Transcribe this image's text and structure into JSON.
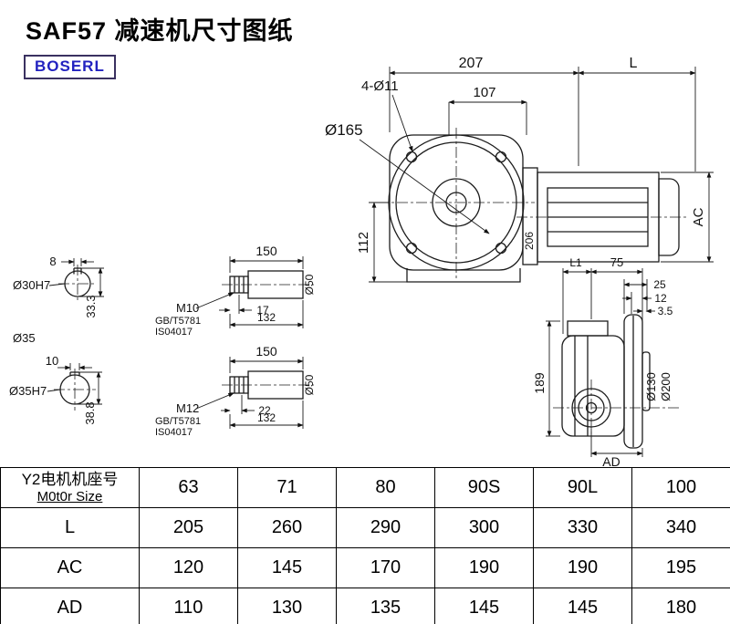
{
  "page": {
    "title": "SAF57 减速机尺寸图纸",
    "logo": "BOSERL"
  },
  "front_view": {
    "dim_207": "207",
    "dim_L": "L",
    "dim_107": "107",
    "holes_label": "4-Ø11",
    "flange_dia": "Ø165",
    "dim_112": "112",
    "dim_AC": "AC",
    "dim_206": "206"
  },
  "sections": {
    "top": {
      "key_width": "8",
      "bore": "Ø30H7",
      "key_depth": "33.3",
      "shaft_dia": "Ø35"
    },
    "bottom": {
      "key_width": "10",
      "bore": "Ø35H7",
      "key_depth": "38.8"
    }
  },
  "shafts": {
    "top": {
      "length": "150",
      "thread": "M10",
      "std1": "GB/T5781",
      "std2": "IS04017",
      "thread_len": "17",
      "body_len": "132",
      "dia": "Ø50"
    },
    "bottom": {
      "length": "150",
      "thread": "M12",
      "std1": "GB/T5781",
      "std2": "IS04017",
      "thread_len": "22",
      "body_len": "132",
      "dia": "Ø50"
    }
  },
  "side_view": {
    "dim_L1": "L1",
    "dim_75": "75",
    "dim_25": "25",
    "dim_12": "12",
    "dim_3_5": "3.5",
    "dim_189": "189",
    "dia_130": "Ø130",
    "dia_200": "Ø200",
    "dim_AD": "AD"
  },
  "table": {
    "row0_label_cn": "Y2电机机座号",
    "row0_label_en": "M0t0r Size",
    "sizes": [
      "63",
      "71",
      "80",
      "90S",
      "90L",
      "100"
    ],
    "rows": [
      {
        "label": "L",
        "values": [
          "205",
          "260",
          "290",
          "300",
          "330",
          "340"
        ]
      },
      {
        "label": "AC",
        "values": [
          "120",
          "145",
          "170",
          "190",
          "190",
          "195"
        ]
      },
      {
        "label": "AD",
        "values": [
          "110",
          "130",
          "135",
          "145",
          "145",
          "180"
        ]
      }
    ]
  }
}
